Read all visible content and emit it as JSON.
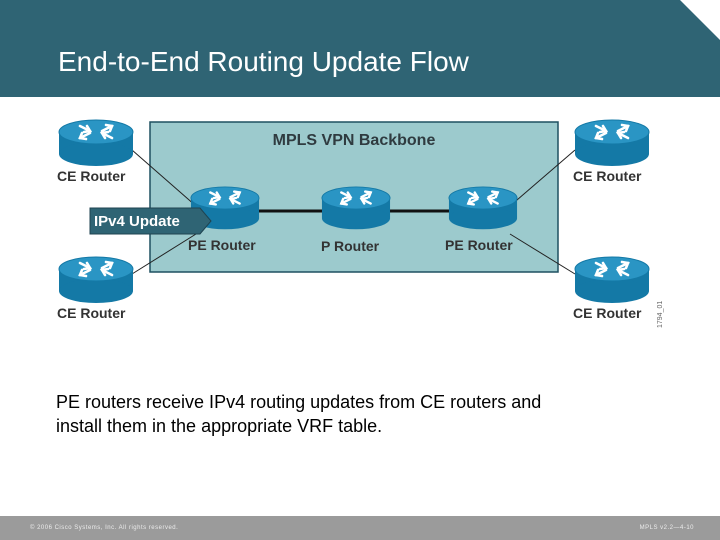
{
  "slide": {
    "title": "End-to-End Routing Update Flow",
    "description_line1": "PE routers receive IPv4 routing updates from CE routers and",
    "description_line2": "install them in the appropriate VRF table."
  },
  "diagram": {
    "backbone_label": "MPLS VPN Backbone",
    "update_label": "IPv4 Update",
    "routers": {
      "ce_top_left": "CE Router",
      "ce_bottom_left": "CE Router",
      "ce_top_right": "CE Router",
      "ce_bottom_right": "CE Router",
      "pe_left": "PE Router",
      "p_center": "P Router",
      "pe_right": "PE Router"
    },
    "image_code": "1794_01"
  },
  "footer": {
    "copyright": "© 2006 Cisco Systems, Inc. All rights reserved.",
    "course_code": "MPLS v2.2—4-10"
  },
  "colors": {
    "header": "#2f6474",
    "backbone_fill": "#9ccacd",
    "router_top": "#1e8ab8",
    "router_body": "#1479a6",
    "update_box": "#2f6474"
  }
}
